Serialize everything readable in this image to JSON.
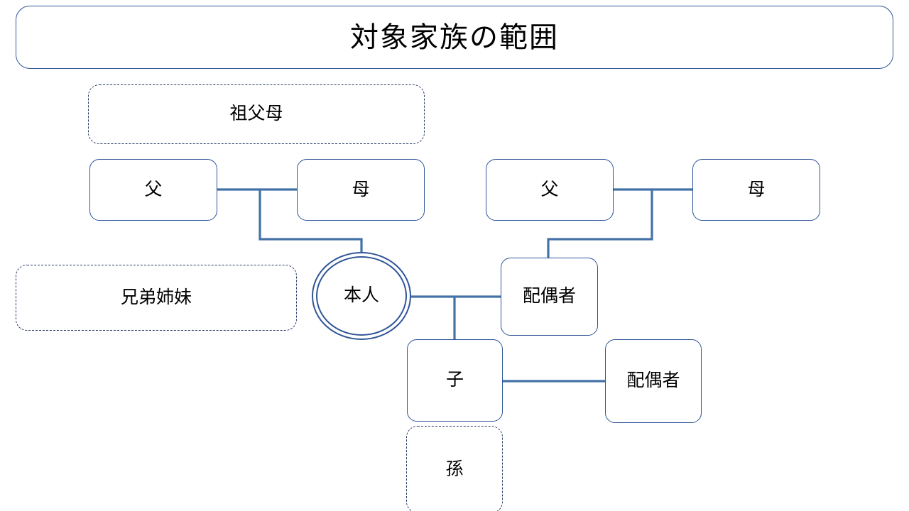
{
  "title": {
    "text": "対象家族の範囲"
  },
  "colors": {
    "line": "#4472A8",
    "box_border": "#2F5597",
    "dashed_border": "#2B3A67",
    "text": "#000000",
    "background": "#FFFFFF"
  },
  "nodes": {
    "grandparents": {
      "label": "祖父母",
      "style": "dashed"
    },
    "father_left": {
      "label": "父",
      "style": "solid"
    },
    "mother_left": {
      "label": "母",
      "style": "solid"
    },
    "father_right": {
      "label": "父",
      "style": "solid"
    },
    "mother_right": {
      "label": "母",
      "style": "solid"
    },
    "siblings": {
      "label": "兄弟姉妹",
      "style": "dashed"
    },
    "self": {
      "label": "本人",
      "style": "double-circle"
    },
    "spouse": {
      "label": "配偶者",
      "style": "solid"
    },
    "child": {
      "label": "子",
      "style": "solid"
    },
    "child_spouse": {
      "label": "配偶者",
      "style": "solid"
    },
    "grandchild": {
      "label": "孫",
      "style": "dashed"
    }
  },
  "relations": [
    {
      "from": "father_left",
      "to": "mother_left",
      "type": "marriage"
    },
    {
      "from": "father_left+mother_left",
      "to": "self",
      "type": "descent"
    },
    {
      "from": "father_right",
      "to": "mother_right",
      "type": "marriage"
    },
    {
      "from": "father_right+mother_right",
      "to": "spouse",
      "type": "descent"
    },
    {
      "from": "self",
      "to": "spouse",
      "type": "marriage"
    },
    {
      "from": "self+spouse",
      "to": "child",
      "type": "descent"
    },
    {
      "from": "child",
      "to": "child_spouse",
      "type": "marriage"
    }
  ]
}
